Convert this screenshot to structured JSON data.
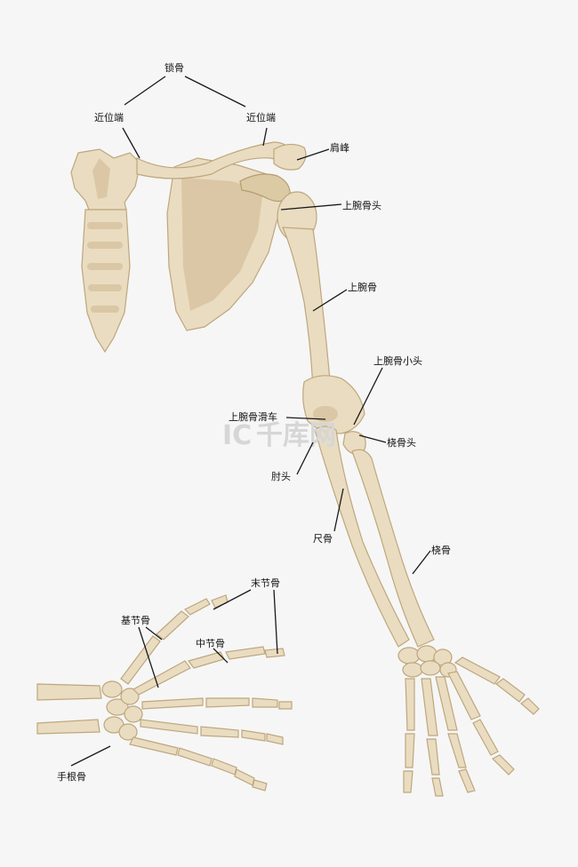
{
  "labels": {
    "clavicle": "锁骨",
    "proximal_end_left": "近位端",
    "proximal_end_right": "近位端",
    "acromion": "肩峰",
    "humeral_head": "上腕骨头",
    "humerus": "上腕骨",
    "capitulum": "上腕骨小头",
    "trochlea": "上腕骨滑车",
    "radial_head": "桡骨头",
    "olecranon": "肘头",
    "ulna": "尺骨",
    "radius": "桡骨",
    "distal_phalanx": "末节骨",
    "proximal_phalanx": "基节骨",
    "middle_phalanx": "中节骨",
    "carpals": "手根骨"
  },
  "watermark": {
    "logo": "IC",
    "text": "千库网"
  },
  "colors": {
    "background": "#f6f6f6",
    "bone": "#eadcc0",
    "bone_outline": "#bda77d",
    "leader": "#1a1a1a"
  }
}
